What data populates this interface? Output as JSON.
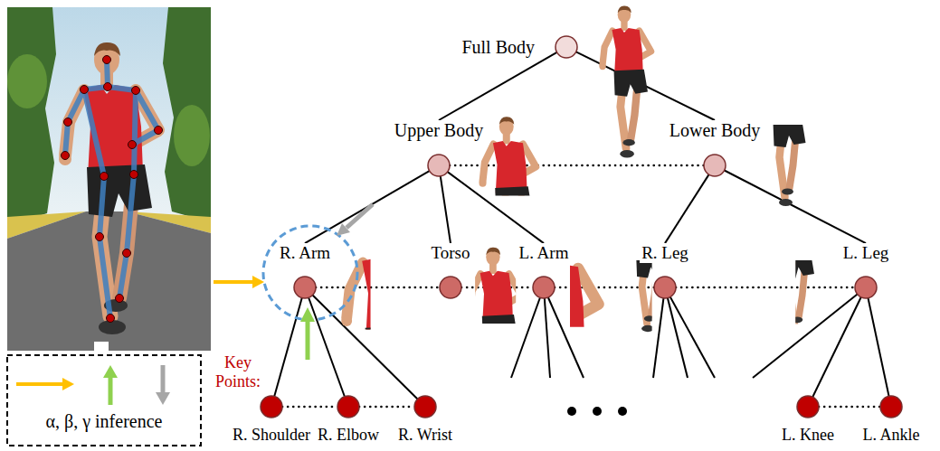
{
  "diagram": {
    "nodes": [
      {
        "text": [
          "Full Body"
        ]
      },
      {
        "text": [
          "Upper Body"
        ]
      },
      {
        "text": [
          "Lower Body"
        ]
      },
      {
        "text": [
          "R. Arm"
        ]
      },
      {
        "text": [
          "Torso"
        ]
      },
      {
        "text": [
          "L. Arm"
        ]
      },
      {
        "text": [
          "R. Leg"
        ]
      },
      {
        "text": [
          "L. Leg"
        ]
      },
      {
        "text": [
          "R. Shoulder"
        ]
      },
      {
        "text": [
          "R. Elbow"
        ]
      },
      {
        "text": [
          "R. Wrist"
        ]
      },
      {
        "text": [
          "L. Knee"
        ]
      },
      {
        "text": [
          "L. Ankle"
        ]
      }
    ],
    "edges": [
      {
        "from": 0,
        "to": 1,
        "arrow": "none"
      },
      {
        "from": 0,
        "to": 2,
        "arrow": "none"
      },
      {
        "from": 1,
        "to": 2,
        "arrow": "none"
      },
      {
        "from": 1,
        "to": 3,
        "arrow": "none"
      },
      {
        "from": 1,
        "to": 4,
        "arrow": "none"
      },
      {
        "from": 1,
        "to": 5,
        "arrow": "none"
      },
      {
        "from": 2,
        "to": 6,
        "arrow": "none"
      },
      {
        "from": 2,
        "to": 7,
        "arrow": "none"
      },
      {
        "from": 3,
        "to": 4,
        "arrow": "none"
      },
      {
        "from": 4,
        "to": 5,
        "arrow": "none"
      },
      {
        "from": 5,
        "to": 6,
        "arrow": "none"
      },
      {
        "from": 6,
        "to": 7,
        "arrow": "none"
      },
      {
        "from": 3,
        "to": 8,
        "arrow": "none"
      },
      {
        "from": 3,
        "to": 9,
        "arrow": "none"
      },
      {
        "from": 3,
        "to": 10,
        "arrow": "none"
      },
      {
        "from": 8,
        "to": 9,
        "arrow": "none"
      },
      {
        "from": 9,
        "to": 10,
        "arrow": "none"
      },
      {
        "from": 7,
        "to": 11,
        "arrow": "none"
      },
      {
        "from": 7,
        "to": 12,
        "arrow": "none"
      },
      {
        "from": 11,
        "to": 12,
        "arrow": "none"
      }
    ],
    "labels": [
      "Key Points:"
    ],
    "legend": [
      {
        "text": "α, β, γ inference"
      }
    ]
  }
}
